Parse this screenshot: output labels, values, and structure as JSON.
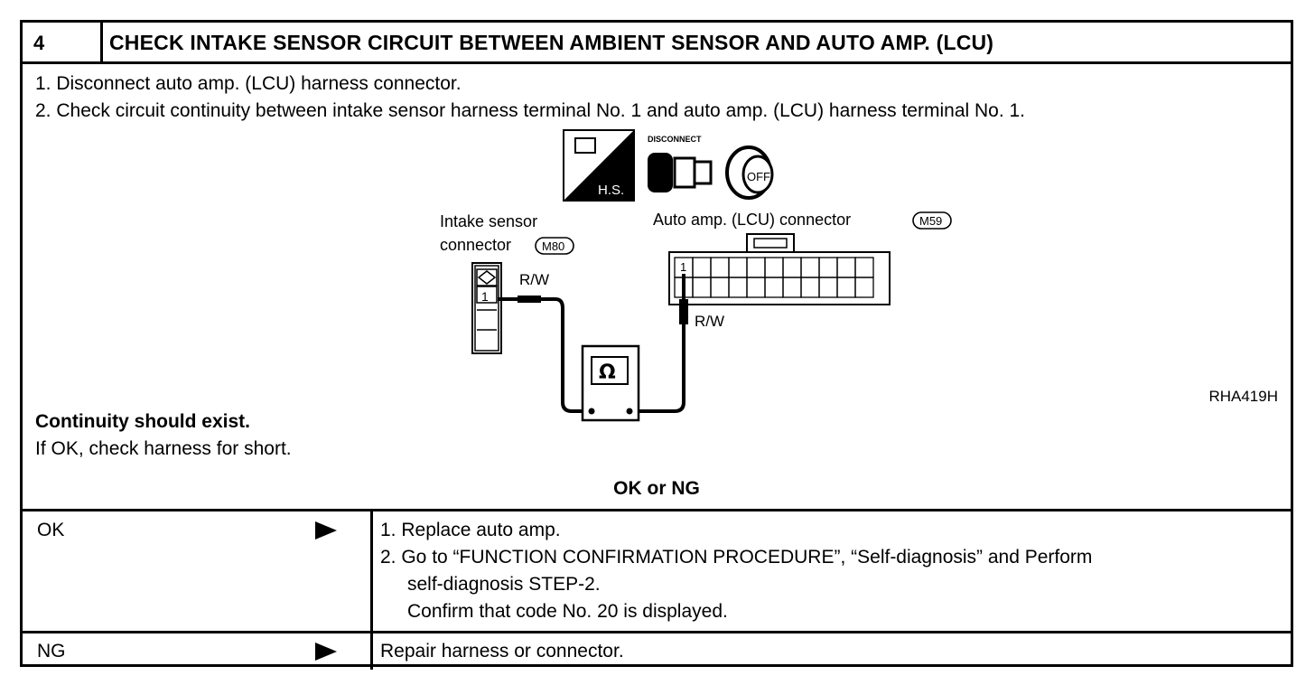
{
  "header": {
    "step_number": "4",
    "title": "CHECK INTAKE SENSOR CIRCUIT BETWEEN AMBIENT SENSOR AND AUTO AMP. (LCU)"
  },
  "instructions": [
    "1.  Disconnect auto amp. (LCU) harness connector.",
    "2.  Check circuit continuity between intake sensor harness terminal No. 1 and auto amp. (LCU) harness terminal No. 1."
  ],
  "figure": {
    "hs_label": "H.S.",
    "disconnect_label": "DISCONNECT",
    "off_label": "OFF",
    "intake_line1": "Intake  sensor",
    "intake_line2": "connector",
    "intake_code": "M80",
    "auto_amp_label": "Auto amp. (LCU) connector",
    "auto_amp_code": "M59",
    "wire_left": "R/W",
    "wire_right": "R/W",
    "terminal_left": "1",
    "terminal_right": "1",
    "meter_symbol": "Ω",
    "figure_id": "RHA419H"
  },
  "result_text": {
    "continuity": "Continuity should exist.",
    "if_ok": "If OK, check harness for short."
  },
  "ok_or_ng": "OK or NG",
  "results": {
    "ok": {
      "label": "OK",
      "lines": [
        "1.  Replace auto amp.",
        "2.  Go to “FUNCTION CONFIRMATION PROCEDURE”, “Self-diagnosis” and Perform",
        "self-diagnosis STEP-2.",
        "Confirm that code No. 20 is displayed."
      ]
    },
    "ng": {
      "label": "NG",
      "text": "Repair harness or connector."
    }
  }
}
